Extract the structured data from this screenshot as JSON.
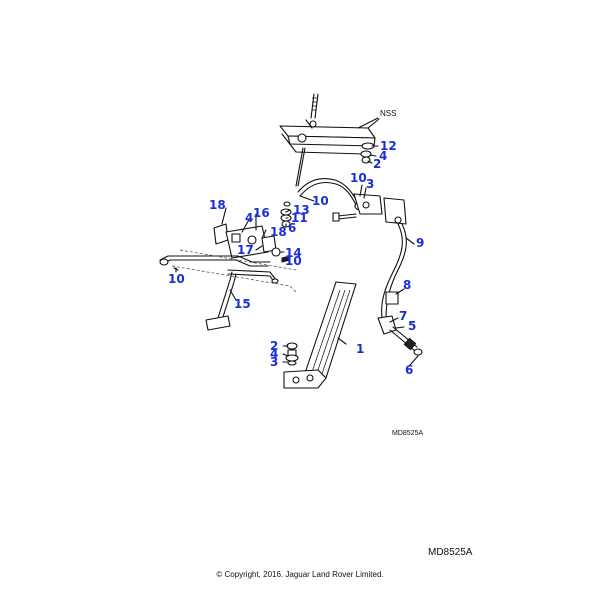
{
  "diagram": {
    "callouts": [
      {
        "id": "c1",
        "label": "1"
      },
      {
        "id": "c2a",
        "label": "2"
      },
      {
        "id": "c2b",
        "label": "2"
      },
      {
        "id": "c3a",
        "label": "3"
      },
      {
        "id": "c3b",
        "label": "3"
      },
      {
        "id": "c4a",
        "label": "4"
      },
      {
        "id": "c4b",
        "label": "4"
      },
      {
        "id": "c4c",
        "label": "4"
      },
      {
        "id": "c5",
        "label": "5"
      },
      {
        "id": "c6a",
        "label": "6"
      },
      {
        "id": "c6b",
        "label": "6"
      },
      {
        "id": "c7",
        "label": "7"
      },
      {
        "id": "c8",
        "label": "8"
      },
      {
        "id": "c9",
        "label": "9"
      },
      {
        "id": "c10a",
        "label": "10"
      },
      {
        "id": "c10b",
        "label": "10"
      },
      {
        "id": "c10c",
        "label": "10"
      },
      {
        "id": "c10d",
        "label": "10"
      },
      {
        "id": "c11",
        "label": "11"
      },
      {
        "id": "c12",
        "label": "12"
      },
      {
        "id": "c13",
        "label": "13"
      },
      {
        "id": "c14",
        "label": "14"
      },
      {
        "id": "c15",
        "label": "15"
      },
      {
        "id": "c16",
        "label": "16"
      },
      {
        "id": "c17",
        "label": "17"
      },
      {
        "id": "c18a",
        "label": "18"
      },
      {
        "id": "c18b",
        "label": "18"
      }
    ],
    "nss_label": "NSS",
    "ref_small": "MD8525A",
    "ref_big": "MD8525A",
    "copyright": "© Copyright, 2016. Jaguar Land Rover Limited."
  }
}
